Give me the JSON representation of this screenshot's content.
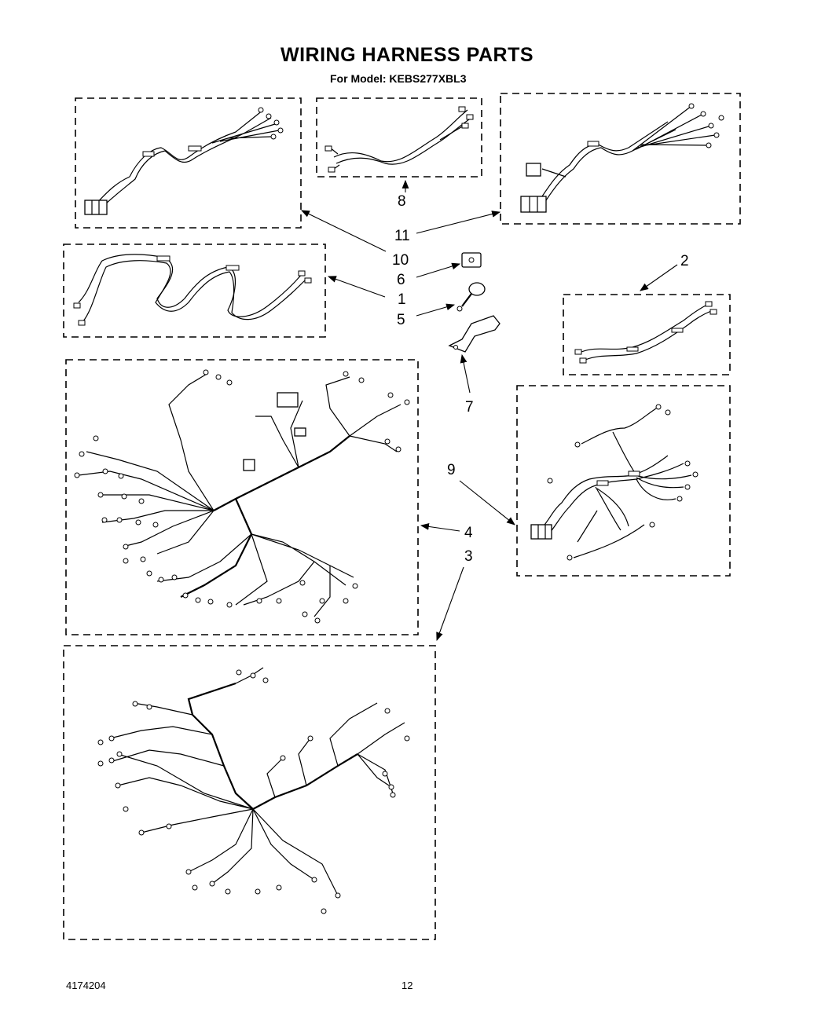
{
  "header": {
    "title": "WIRING HARNESS PARTS",
    "subtitle": "For Model: KEBS277XBL3"
  },
  "callouts": {
    "c1": "1",
    "c2": "2",
    "c3": "3",
    "c4": "4",
    "c5": "5",
    "c6": "6",
    "c7": "7",
    "c8": "8",
    "c9": "9",
    "c10": "10",
    "c11": "11"
  },
  "footer": {
    "doc_number": "4174204",
    "page_number": "12"
  }
}
